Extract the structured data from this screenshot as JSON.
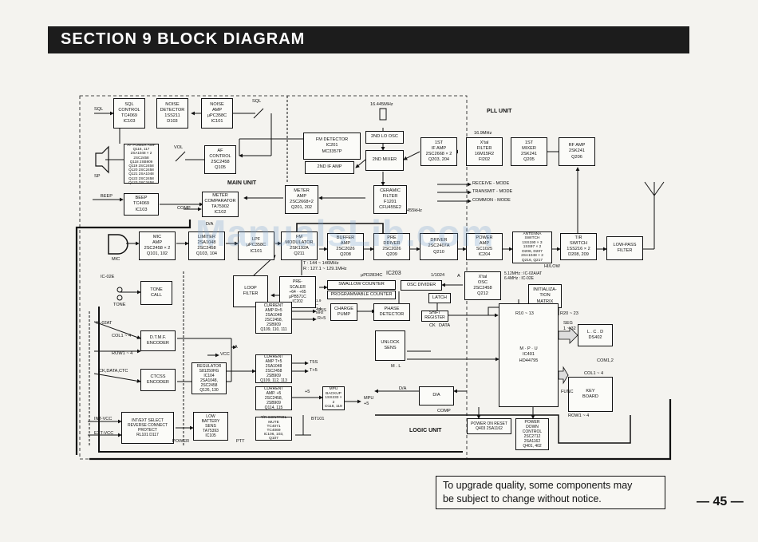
{
  "header": {
    "title": "SECTION  9  BLOCK  DIAGRAM"
  },
  "units": {
    "main": "MAIN UNIT",
    "pll": "PLL UNIT",
    "logic": "LOGIC UNIT"
  },
  "blocks": {
    "sol_control": "SQL\nCONTROL\nTC4069\nIC103",
    "noise_detector": "NOISE\nDETECTOR\n1SS211\nD103",
    "noise_amp": "NOISE\nAMP\nμPC358C\nIC101",
    "af_power_amp": "AF POWER AMP\nQ116, 117\n2SA1048 × 2\n2SC2458\nQ118 2SB909\nQ119 2SC2458\nQ120 2SC2458\nQ121 2SA1048\nQ122 2SC2458\nQ123 2SC2458",
    "af_control": "AF\nCONTROL\n2SC2458\nQ105",
    "beep": "BEEP\nTC4069\nIC103",
    "meter_comparator": "METER\nCOMPARATOR\nTA75902\nIC102",
    "mic_amp": "MIC\nAMP\n2SC2458 × 2\nQ101, 102",
    "limiter": "LIMITER\n2SA1048\n2SC2458\nQ103, 104",
    "lpf": "LPF\nμPC358C\nIC101",
    "modulator": "FM\nMODULATOR\n2SK192A\nQ211",
    "tone_call": "TONE\nCALL",
    "dtmf_encoder": "D.T.M.F.\nENCODER",
    "ctcss_encoder": "CTCSS\nENCODER",
    "regulator": "REGULATOR\nS81250HG\nIC104\n2SA1048,\n2SC2458\nQ126, 130",
    "current_amp_rx": "CURRENT\nAMP R×5\n2SA1048\n2SC2458,\n2SB909\nQ109, 110, 111",
    "current_amp_tx": "CURRENT\nAMP T×5\n2SA1048\n2SC2458\n2SB909\nQ109, 112, 113",
    "current_amp_5": "CURRENT\nAMP. +5\n2SC2458,\n2SB909\nQ114, 115",
    "mpu_backup": "MPU\nBACKUP\n1SS233 × 2\nD118, 119",
    "tr_control_mute": "T/R CONTROL\nMUTE\nTC4071\nTC4069\nIC106, 103,\nQ107",
    "int_ext_select": "INT/EXT SELECT\nREVERSE CONNECT\nPROTECT\nRL101   D117",
    "low_battery_sens": "LOW\nBATTERY\nSENS\nTA75393\nIC105",
    "fm_detector": "FM DETECTOR\nIC201\nMC3357P",
    "second_if_amp": "2ND IF AMP",
    "second_lo_osc": "2ND LO OSC",
    "second_mixer": "2ND MIXER",
    "meter_amp": "METER\nAMP\n2SC2668×2\nQ201, 202",
    "ceramic_filter": "CERAMIC\nFILTER\nF1201\nCFU455E2",
    "first_if_amp": "1ST\nIF AMP\n2SC2668 × 2\nQ203, 204",
    "xtal_filter": "X'tal\nFILTER\n16M15R2\nFI202",
    "first_mixer": "1ST\nMIXER\n2SK241\nQ205",
    "rf_amp": "RF AMP\n2SK241\nQ206",
    "vco_buffer": "BUFFER\nAMP\n2SC2026\nQ208",
    "driver_1": "PRE\nDRIVER\n2SC2026\nQ209",
    "driver_2": "DRIVER\n2SC2407A\nQ210",
    "power_amp": "POWER\nAMP\nSC1025\nIC204",
    "antenna_switch": "ANTENNA\nSWITCH\n1SS190 × 3\n1SS97 × 2\nD206, D207\n2SA1048 × 2\nQ216, Q217",
    "tr_switch": "T/R\nSWITCH\n1SS216 × 2\nD208, 209",
    "low_pass_filter": "LOW-PASS\nFILTER",
    "loop_filter": "LOOP\nFILTER",
    "prescaler": "PRE-\nSCALER\n÷64 · ÷65\nμPB571C\nIC202",
    "swallow_counter": "SWALLOW COUNTER",
    "programmable_counter": "PROGRAMMABLE COUNTER",
    "osc_divider": "OSC DIVIDER",
    "latch": "LATCH",
    "charge_pump": "CHARGE\nPUMP",
    "phase_detector": "PHASE\nDETECTOR",
    "shift_register": "SHIFT\nREGISTER",
    "xtal_osc": "X'tal\nOSC\n2SC2458\nQ212",
    "initialization_matrix": "INITIALIZA-\nTION\nMATRIX",
    "unlock_sens": "UNLOCK\nSENS",
    "mpu": "M · P · U\nIC401\nHD44795",
    "lcd": "L . C . D\nDS402",
    "key_board": "KEY\nBOARD",
    "da": "D/A",
    "power_on_reset": "POWER ON RESET\nQ403 2SA1162",
    "power_down_control": "POWER\nDOWN\nCONTROL\n2SC2712\n2SA1162\nQ401, 402"
  },
  "labels": {
    "sql": "SQL",
    "vol": "VOL",
    "sp": "SP",
    "beep": "BEEP",
    "comp": "COMP",
    "da": "D/A",
    "mic": "MIC",
    "ic02e": "IC-02E",
    "tone": "TONE",
    "ic02at": "IC-02AT",
    "col_1_4": "COL1 ~ 4",
    "row1_4": "ROW1 ~ 4",
    "ck_data_ctc": "CK,DATA,CTC",
    "int_vcc": "INT-VCC",
    "ext_vcc": "EXT-VCC",
    "power": "POWER",
    "ptt": "PTT",
    "vcc": "VCC",
    "a": "A",
    "r5s": "R5S",
    "r5": "R+5",
    "t5s": "T5S",
    "t5": "T+5",
    "plus5": "+5",
    "mpu5": "MPU\n+5",
    "bt101": "BT101",
    "xtal_16": "16.445MHz",
    "freq_16_9": "16.9MHz",
    "freq_455": "455kHz",
    "rx_mode": "RECEIVE - MODE",
    "tx_mode": "TRANSMIT - MODE",
    "common_mode": "COMMON - MODE",
    "freq_tx": "T : 144 ~ 146MHz",
    "freq_rx": "R : 127.1 ~ 129.1MHz",
    "upd2834c": "μPD2834C",
    "ic203": "IC203",
    "div_1024": "1/1024",
    "div_range": "1.9\n~\n2.4\nMHz",
    "xtal_freqs": "5.12MHz : IC-02A/AT\n6.4MHz : IC-02E",
    "hi_low": "HI/LOW",
    "r10_13": "R10 ~ 13",
    "r20_23": "R20 ~ 23",
    "seg": "SEG\n1 ~ 32",
    "com1_2": "COM1,2",
    "col1_4_kb": "COL1 ~ 4",
    "row1_4_kb": "ROW1 ~ 4",
    "func": "FUNC",
    "ck": "CK",
    "data": "DATA",
    "m_l": "M . L",
    "d_a2": "D/A",
    "comp2": "COMP",
    "a2": "A"
  },
  "note": "To upgrade quality, some components may\nbe subject to change without notice.",
  "page_number": "— 45 —",
  "watermark": "ManualsLib.com"
}
